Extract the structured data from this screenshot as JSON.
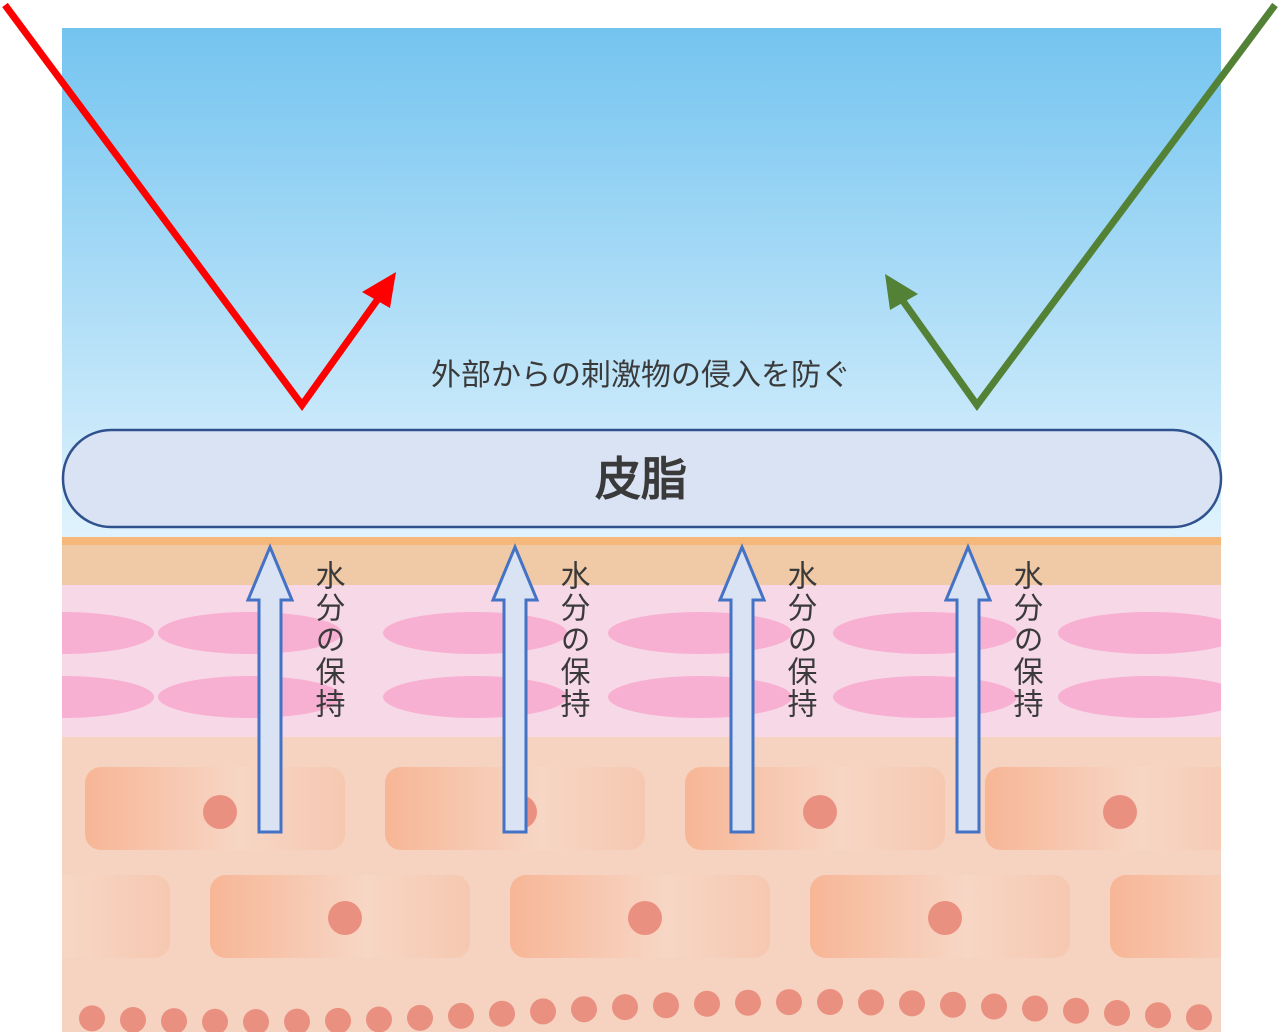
{
  "caption": "外部からの刺激物の侵入を防ぐ",
  "sebum_label": "皮脂",
  "moisture_labels": [
    "水分の保持",
    "水分の保持",
    "水分の保持",
    "水分の保持"
  ],
  "colors": {
    "red_arrow": "#ff0000",
    "green_arrow": "#538135",
    "capsule_fill": "#dae3f3",
    "capsule_stroke": "#2f528f"
  }
}
